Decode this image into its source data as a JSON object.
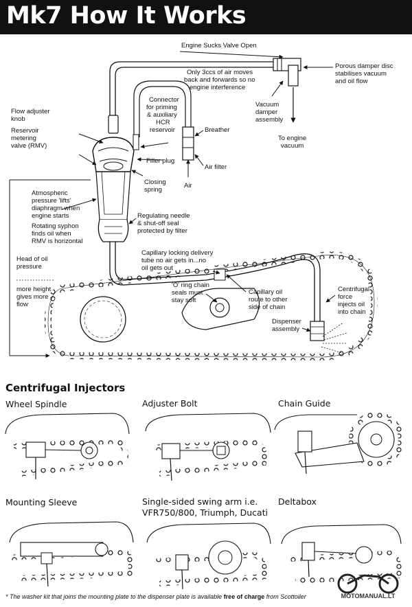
{
  "title": "Mk7 How It Works",
  "labels": {
    "engine_sucks": "Engine Sucks Valve Open",
    "porous_damper_1": "Porous damper disc",
    "porous_damper_2": "stabilises vacuum",
    "porous_damper_3": "and oil flow",
    "air_moves_1": "Only 3ccs of air moves",
    "air_moves_2": "back and forwards so no",
    "air_moves_3": "engine interference",
    "vacuum_damper_1": "Vacuum",
    "vacuum_damper_2": "damper",
    "vacuum_damper_3": "assembly",
    "to_engine_1": "To engine",
    "to_engine_2": "vacuum",
    "connector_1": "Connector",
    "connector_2": "for priming",
    "connector_3": "& auxiliary",
    "connector_4": "HCR",
    "connector_5": "reservoir",
    "breather": "Breather",
    "flow_adjuster_1": "Flow adjuster",
    "flow_adjuster_2": "knob",
    "reservoir_1": "Reservoir",
    "reservoir_2": "metering",
    "reservoir_3": "valve (RMV)",
    "filler_plug": "Filler plug",
    "air_filter": "Air filter",
    "closing_spring_1": "Closing",
    "closing_spring_2": "spring",
    "air": "Air",
    "atmospheric_1": "Atmospheric",
    "atmospheric_2": "pressure 'lifts'",
    "atmospheric_3": "diaphragm when",
    "atmospheric_4": "engine starts",
    "rotating_1": "Rotating syphon",
    "rotating_2": "finds oil when",
    "rotating_3": "RMV is horizontal",
    "regulating_1": "Regulating needle",
    "regulating_2": "& shut-off seal",
    "regulating_3": "protected by filter",
    "head_of_oil_1": "Head of oil",
    "head_of_oil_2": "pressure",
    "more_height_1": "more height",
    "more_height_2": "gives more",
    "more_height_3": "flow",
    "capillary_tube_1": "Capillary locking delivery",
    "capillary_tube_2": "tube no air gets in...no",
    "capillary_tube_3": "oil gets out",
    "oring_1": "'O' ring chain",
    "oring_2": "seals must",
    "oring_3": "stay soft",
    "capillary_route_1": "Capillary oil",
    "capillary_route_2": "route to other",
    "capillary_route_3": "side of chain",
    "centrifugal_force_1": "Centrifugal",
    "centrifugal_force_2": "force",
    "centrifugal_force_3": "injects oil",
    "centrifugal_force_4": "into chain",
    "dispenser_1": "Dispenser",
    "dispenser_2": "assembly"
  },
  "section_title": "Centrifugal Injectors",
  "panels": {
    "wheel_spindle": "Wheel Spindle",
    "adjuster_bolt": "Adjuster Bolt",
    "chain_guide": "Chain Guide",
    "mounting_sleeve": "Mounting Sleeve",
    "single_sided_1": "Single-sided swing arm i.e.",
    "single_sided_2": "VFR750/800, Triumph, Ducati",
    "deltabox": "Deltabox"
  },
  "footer": {
    "text_before": "* The washer kit that joins the mounting plate to the dispenser plate is available ",
    "bold": "free of charge",
    "text_after": " from Scottoiler"
  },
  "watermark": "MOTOMANUAL.LT"
}
